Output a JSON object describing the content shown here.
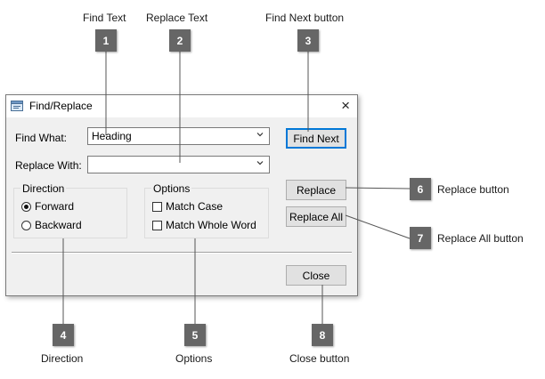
{
  "window": {
    "title": "Find/Replace",
    "close_icon": "×"
  },
  "fields": {
    "find_label": "Find What:",
    "find_value": "Heading",
    "replace_label": "Replace With:",
    "replace_value": ""
  },
  "buttons": {
    "find_next": "Find Next",
    "replace": "Replace",
    "replace_all": "Replace All",
    "close": "Close"
  },
  "direction": {
    "title": "Direction",
    "forward": "Forward",
    "backward": "Backward",
    "selected": "Forward"
  },
  "options": {
    "title": "Options",
    "match_case": "Match Case",
    "match_whole_word": "Match Whole Word",
    "match_case_checked": false,
    "match_whole_word_checked": false
  },
  "callouts": [
    {
      "number": "1",
      "label": "Find Text"
    },
    {
      "number": "2",
      "label": "Replace Text"
    },
    {
      "number": "3",
      "label": "Find Next button"
    },
    {
      "number": "4",
      "label": "Direction"
    },
    {
      "number": "5",
      "label": "Options"
    },
    {
      "number": "6",
      "label": "Replace button"
    },
    {
      "number": "7",
      "label": "Replace All button"
    },
    {
      "number": "8",
      "label": "Close button"
    }
  ],
  "colors": {
    "badge": "#666666",
    "dialog_bg": "#f0f0f0",
    "default_button_border": "#0078d7"
  }
}
